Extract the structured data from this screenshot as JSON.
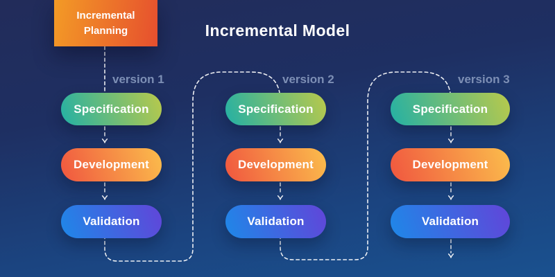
{
  "title": "Incremental Model",
  "planning": {
    "label_line1": "Incremental",
    "label_line2": "Planning"
  },
  "columns": [
    {
      "version": "version 1",
      "stages": [
        {
          "label": "Specification"
        },
        {
          "label": "Development"
        },
        {
          "label": "Validation"
        }
      ]
    },
    {
      "version": "version 2",
      "stages": [
        {
          "label": "Specification"
        },
        {
          "label": "Development"
        },
        {
          "label": "Validation"
        }
      ]
    },
    {
      "version": "version 3",
      "stages": [
        {
          "label": "Specification"
        },
        {
          "label": "Development"
        },
        {
          "label": "Validation"
        }
      ]
    }
  ],
  "flow": {
    "style": "dashed",
    "order": [
      "Incremental Planning",
      "version 1",
      "version 2",
      "version 3"
    ]
  },
  "colors": {
    "background_top": "#222c5a",
    "background_bottom": "#1a518f",
    "planning_gradient": [
      "#f39b26",
      "#e64f2e"
    ],
    "specification_gradient": [
      "#23b0a5",
      "#b9c94b"
    ],
    "development_gradient": [
      "#f0563f",
      "#fbbd4c"
    ],
    "validation_gradient": [
      "#1e88e8",
      "#6145d9"
    ],
    "version_label": "#7d8fb5",
    "connector": "#ffffff",
    "text": "#ffffff"
  }
}
